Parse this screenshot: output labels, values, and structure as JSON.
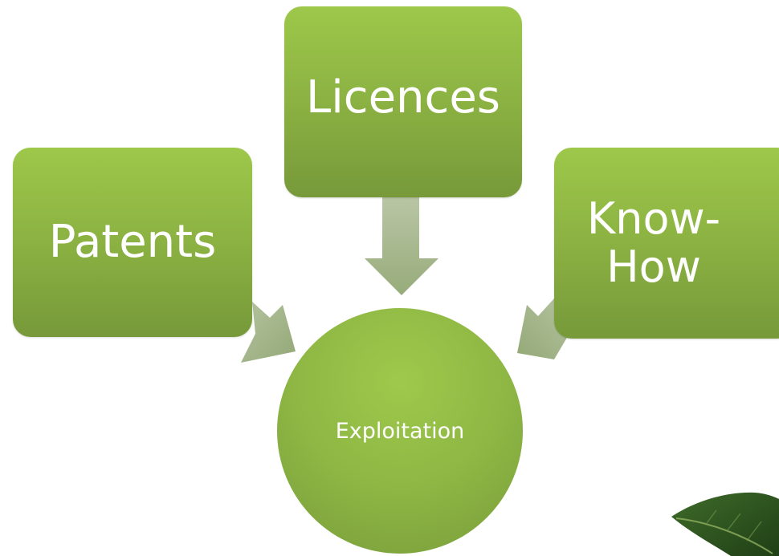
{
  "diagram": {
    "nodes": [
      {
        "id": "licences",
        "label": "Licences"
      },
      {
        "id": "patents",
        "label": "Patents"
      },
      {
        "id": "knowhow",
        "label": "Know-How",
        "line1": "Know-",
        "line2": "How"
      },
      {
        "id": "exploitation",
        "label": "Exploitation"
      }
    ],
    "edges": [
      {
        "from": "licences",
        "to": "exploitation"
      },
      {
        "from": "patents",
        "to": "exploitation"
      },
      {
        "from": "knowhow",
        "to": "exploitation"
      }
    ]
  },
  "colors": {
    "box_top": "#9dc84a",
    "box_bottom": "#77993a",
    "arrow": "#a3b489",
    "text": "#ffffff"
  },
  "decorations": {
    "corner_image": "green-leaf"
  }
}
